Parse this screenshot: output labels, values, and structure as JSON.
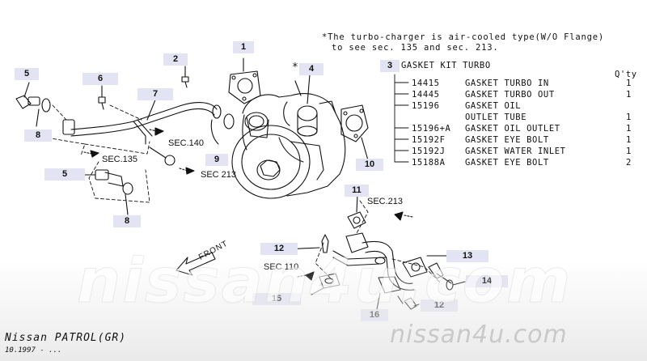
{
  "note": {
    "line1": "*The turbo-charger is air-cooled type(W/O Flange)",
    "line2": "to see sec. 135 and sec. 213."
  },
  "kit": {
    "callout": "3",
    "label": "GASKET KIT TURBO",
    "qty_header": "Q'ty",
    "items": [
      {
        "code": "14415",
        "name": "GASKET TURBO IN",
        "qty": "1"
      },
      {
        "code": "14445",
        "name": "GASKET TURBO OUT",
        "qty": "1"
      },
      {
        "code": "15196",
        "name": "GASKET OIL",
        "qty": ""
      },
      {
        "code": "",
        "name": "OUTLET TUBE",
        "qty": "1"
      },
      {
        "code": "15196+A",
        "name": "GASKET OIL OUTLET",
        "qty": "1"
      },
      {
        "code": "15192F",
        "name": "GASKET EYE BOLT",
        "qty": "1"
      },
      {
        "code": "15192J",
        "name": "GASKET WATER INLET",
        "qty": "1"
      },
      {
        "code": "15188A",
        "name": "GASKET EYE BOLT",
        "qty": "2"
      }
    ]
  },
  "callouts": [
    "1",
    "2",
    "4",
    "5",
    "6",
    "7",
    "8",
    "9",
    "10",
    "5",
    "8",
    "11",
    "12",
    "13",
    "14",
    "15",
    "16",
    "12"
  ],
  "turbo_marker": "*",
  "sections": {
    "sec140": "SEC.140",
    "sec135": "SEC.135",
    "sec213a": "SEC 213",
    "sec213b": "SEC.213",
    "sec110": "SEC 110"
  },
  "front_label": "FRONT",
  "watermarks": {
    "big": "nissan4u.com",
    "small": "nissan4u.com"
  },
  "footer": {
    "title": "Nissan PATROL(GR)",
    "date": "10.1997 - ..."
  }
}
